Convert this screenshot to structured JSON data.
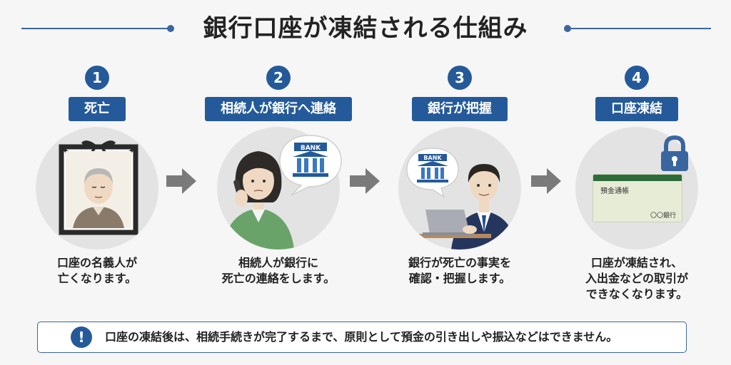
{
  "title": "銀行口座が凍結される仕組み",
  "steps": [
    {
      "number": "1",
      "label": "死亡",
      "desc": [
        "口座の名義人が",
        "亡くなります。"
      ]
    },
    {
      "number": "2",
      "label": "相続人が銀行へ連絡",
      "desc": [
        "相続人が銀行に",
        "死亡の連絡をします。"
      ],
      "sign": "BANK"
    },
    {
      "number": "3",
      "label": "銀行が把握",
      "desc": [
        "銀行が死亡の事実を",
        "確認・把握します。"
      ],
      "sign": "BANK"
    },
    {
      "number": "4",
      "label": "口座凍結",
      "desc": [
        "口座が凍結され、",
        "入出金などの取引が",
        "できなくなります。"
      ],
      "passbook_title": "預金通帳",
      "passbook_bank": "〇〇銀行"
    }
  ],
  "note": {
    "icon": "!",
    "text": "口座の凍結後は、相続手続きが完了するまで、原則として預金の引き出しや振込などはできません。"
  },
  "colors": {
    "accent": "#245a9a",
    "arrow": "#7a7a7a",
    "circle": "#e3e3e3",
    "passbook": "#e7ecd6",
    "passbook_stripe": "#2e6b3a",
    "lock": "#3a66a0"
  }
}
